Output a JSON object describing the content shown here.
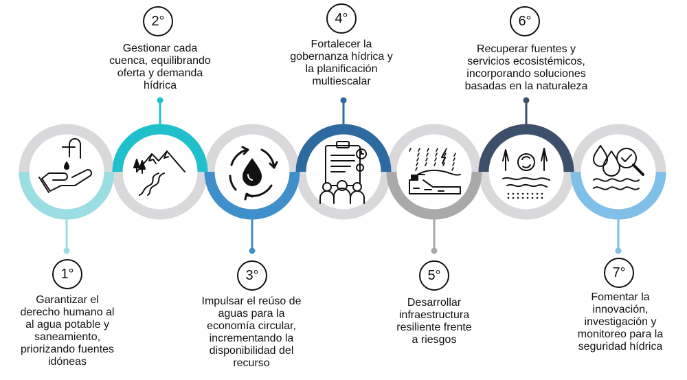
{
  "colors": {
    "ring_gray": "#d9d9db",
    "teal_light": "#9adde3",
    "teal": "#1fc0cc",
    "blue": "#3f8fcb",
    "navy": "#2d6aa0",
    "gray": "#a9a9a9",
    "slate": "#3c4f6b",
    "sky": "#7fbfe8"
  },
  "steps": [
    {
      "number": "1°",
      "text": "Garantizar el\nderecho humano al\nal agua potable y\nsaneamiento,\npriorizando fuentes\nidóneas",
      "icon": "hand-water-tap-icon",
      "accent": "#9adde3",
      "position": "bottom"
    },
    {
      "number": "2°",
      "text": "Gestionar cada\ncuenca, equilibrando\noferta y demanda\nhídrica",
      "icon": "mountains-river-icon",
      "accent": "#1fc0cc",
      "position": "top"
    },
    {
      "number": "3°",
      "text": "Impulsar el reúso de\naguas para la\neconomía circular,\nincrementando la\ndisponibilidad del\nrecurso",
      "icon": "water-drop-recycle-icon",
      "accent": "#3f8fcb",
      "position": "bottom"
    },
    {
      "number": "4°",
      "text": "Fortalecer la\ngobernanza hídrica y\nla planificación\nmultiescalar",
      "icon": "clipboard-team-icon",
      "accent": "#2d6aa0",
      "position": "top"
    },
    {
      "number": "5°",
      "text": "Desarrollar\ninfraestructura\nresiliente frente\na riesgos",
      "icon": "storm-dam-icon",
      "accent": "#a9a9a9",
      "position": "bottom"
    },
    {
      "number": "6°",
      "text": "Recuperar fuentes y\nservicios ecosistémicos,\nincorporando soluciones\nbasadas en la naturaleza",
      "icon": "wetland-recycle-icon",
      "accent": "#3c4f6b",
      "position": "top"
    },
    {
      "number": "7°",
      "text": "Fomentar la\ninnovación,\ninvestigación y\nmonitoreo para la\nseguridad hídrica",
      "icon": "drops-magnifier-icon",
      "accent": "#7fbfe8",
      "position": "bottom"
    }
  ]
}
